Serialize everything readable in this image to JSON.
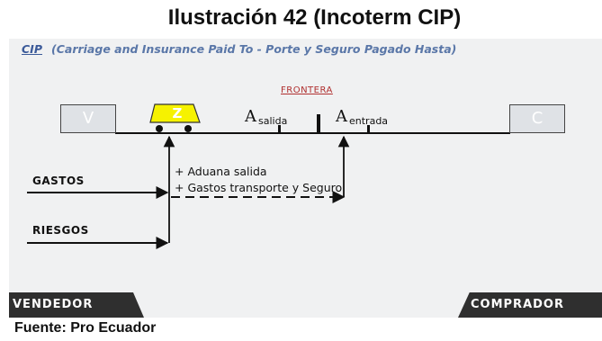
{
  "figure_title": "Ilustración 42 (Incoterm CIP)",
  "header": {
    "abbr": "CIP",
    "full": "(Carriage and Insurance Paid To - Porte y Seguro Pagado Hasta)"
  },
  "border_label": "FRONTERA",
  "seller_box": "V",
  "buyer_box": "C",
  "truck_label": "Z",
  "locations": {
    "salida": {
      "main": "A",
      "sub": "salida"
    },
    "entrada": {
      "main": "A",
      "sub": "entrada"
    }
  },
  "annotations": {
    "customs": "+ Aduana salida",
    "transport": "+ Gastos transporte y Seguro"
  },
  "rows": {
    "costs": "GASTOS",
    "risks": "RIESGOS"
  },
  "footer_tabs": {
    "seller": "VENDEDOR",
    "buyer": "COMPRADOR"
  },
  "source": "Fuente: Pro Ecuador",
  "colors": {
    "truck_yellow": "#f6f200",
    "header_blue": "#5a77a8",
    "border_label_red": "#b03030"
  }
}
